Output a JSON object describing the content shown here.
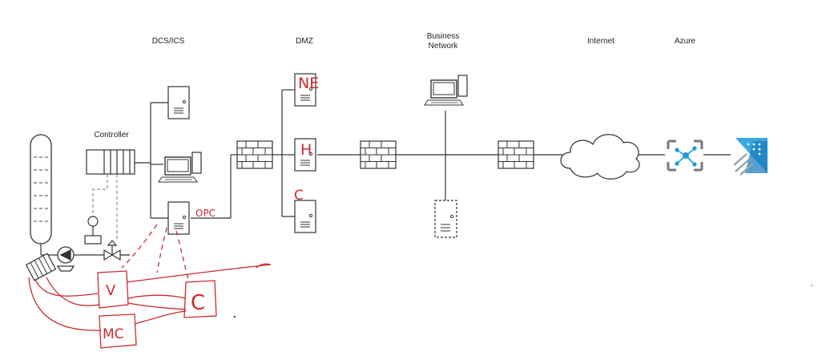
{
  "zones": {
    "dcs": "DCS/ICS",
    "dmz": "DMZ",
    "business": "Business\nNetwork",
    "internet": "Internet",
    "azure": "Azure"
  },
  "labels": {
    "controller": "Controller"
  },
  "annotations": {
    "ne": "NE",
    "h": "H",
    "c_dmz": "C",
    "opc": "OPC",
    "v": "V",
    "c_box": "C",
    "mc": "MC"
  },
  "colors": {
    "line": "#333333",
    "annotation": "#cc2b2b",
    "iot_hub": "#1e9bd7",
    "stream_analytics": "#35a9e0"
  },
  "icons": [
    "server-icon",
    "workstation-icon",
    "firewall-icon",
    "cloud-icon",
    "iot-hub-icon",
    "stream-analytics-icon",
    "controller-rack-icon",
    "vessel-icon",
    "pump-icon",
    "valve-icon"
  ]
}
